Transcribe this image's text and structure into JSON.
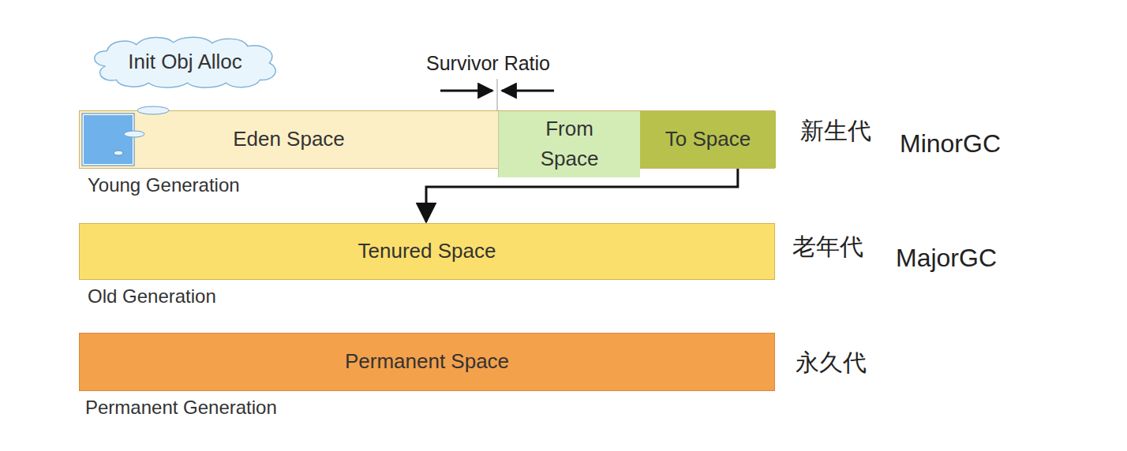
{
  "diagram": {
    "nodes": [
      {
        "text": [
          "Init Obj Alloc"
        ]
      },
      {
        "text": [
          "Young Generation"
        ]
      },
      {
        "text": [
          "Eden Space"
        ],
        "in": 1
      },
      {
        "text": [
          "From Space"
        ],
        "in": 1
      },
      {
        "text": [
          "To Space"
        ],
        "in": 1
      },
      {
        "text": [
          "Tenured Space",
          "Old Generation"
        ]
      },
      {
        "text": [
          "Permanent Space",
          "Permanent Generation"
        ]
      }
    ],
    "edges": [
      {
        "from": 4,
        "to": 5,
        "arrow": "to"
      }
    ],
    "labels": [
      "Survivor Ratio",
      "新生代",
      "MinorGC",
      "老年代",
      "MajorGC",
      "永久代"
    ]
  }
}
